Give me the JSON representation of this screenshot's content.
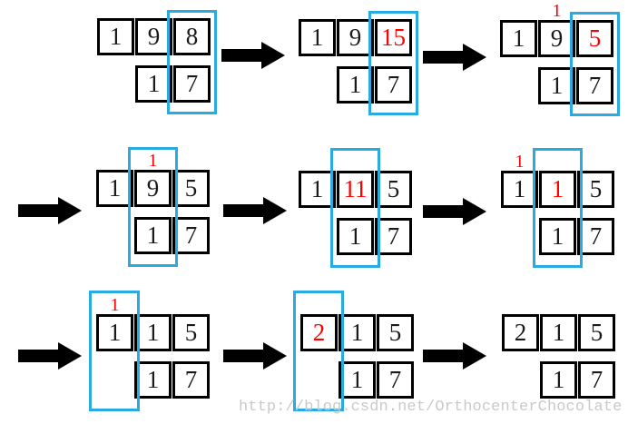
{
  "diagram": {
    "description": "Step-by-step column addition of 198 + 17 = 215",
    "colors": {
      "highlight_box": "#29ABE2",
      "emphasis_text": "#FF0000",
      "cell_border": "#000000",
      "watermark_text": "#C9C9C9"
    },
    "watermark": "http://blog.csdn.net/OrthocenterChocolate"
  },
  "panels": [
    {
      "step": 1,
      "top": [
        {
          "v": "1"
        },
        {
          "v": "9"
        },
        {
          "v": "8"
        }
      ],
      "bottom": [
        {
          "v": "1"
        },
        {
          "v": "7"
        }
      ],
      "carry": null,
      "highlight_column": 3
    },
    {
      "step": 2,
      "top": [
        {
          "v": "1"
        },
        {
          "v": "9"
        },
        {
          "v": "15",
          "red": true
        }
      ],
      "bottom": [
        {
          "v": "1"
        },
        {
          "v": "7"
        }
      ],
      "carry": null,
      "highlight_column": 3
    },
    {
      "step": 3,
      "top": [
        {
          "v": "1"
        },
        {
          "v": "9"
        },
        {
          "v": "5",
          "red": true
        }
      ],
      "bottom": [
        {
          "v": "1"
        },
        {
          "v": "7"
        }
      ],
      "carry": {
        "v": "1",
        "over_column": 2
      },
      "highlight_column": 3
    },
    {
      "step": 4,
      "top": [
        {
          "v": "1"
        },
        {
          "v": "9"
        },
        {
          "v": "5"
        }
      ],
      "bottom": [
        {
          "v": "1"
        },
        {
          "v": "7"
        }
      ],
      "carry": {
        "v": "1",
        "over_column": 2
      },
      "highlight_column": 2
    },
    {
      "step": 5,
      "top": [
        {
          "v": "1"
        },
        {
          "v": "11",
          "red": true
        },
        {
          "v": "5"
        }
      ],
      "bottom": [
        {
          "v": "1"
        },
        {
          "v": "7"
        }
      ],
      "carry": null,
      "highlight_column": 2
    },
    {
      "step": 6,
      "top": [
        {
          "v": "1"
        },
        {
          "v": "1",
          "red": true
        },
        {
          "v": "5"
        }
      ],
      "bottom": [
        {
          "v": "1"
        },
        {
          "v": "7"
        }
      ],
      "carry": {
        "v": "1",
        "over_column": 1
      },
      "highlight_column": 2
    },
    {
      "step": 7,
      "top": [
        {
          "v": "1"
        },
        {
          "v": "1"
        },
        {
          "v": "5"
        }
      ],
      "bottom": [
        {
          "v": "1"
        },
        {
          "v": "7"
        }
      ],
      "carry": {
        "v": "1",
        "over_column": 1
      },
      "highlight_column": 1
    },
    {
      "step": 8,
      "top": [
        {
          "v": "2",
          "red": true
        },
        {
          "v": "1"
        },
        {
          "v": "5"
        }
      ],
      "bottom": [
        {
          "v": "1"
        },
        {
          "v": "7"
        }
      ],
      "carry": null,
      "highlight_column": 1
    },
    {
      "step": 9,
      "top": [
        {
          "v": "2"
        },
        {
          "v": "1"
        },
        {
          "v": "5"
        }
      ],
      "bottom": [
        {
          "v": "1"
        },
        {
          "v": "7"
        }
      ],
      "carry": null,
      "highlight_column": null
    }
  ]
}
